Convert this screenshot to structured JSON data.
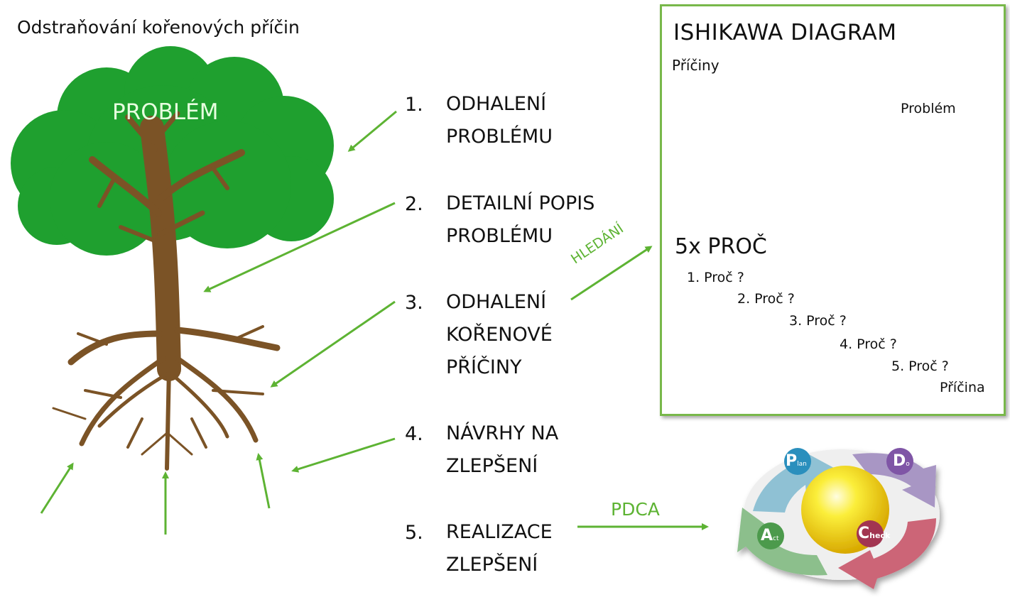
{
  "title": "Odstraňování kořenových příčin",
  "tree": {
    "label": "PROBLÉM"
  },
  "steps": [
    {
      "num": "1.",
      "lines": [
        "ODHALENÍ",
        "PROBLÉMU"
      ]
    },
    {
      "num": "2.",
      "lines": [
        "DETAILNÍ POPIS",
        "PROBLÉMU"
      ]
    },
    {
      "num": "3.",
      "lines": [
        "ODHALENÍ",
        "KOŘENOVÉ",
        "PŘÍČINY"
      ]
    },
    {
      "num": "4.",
      "lines": [
        "NÁVRHY NA",
        "ZLEPŠENÍ"
      ]
    },
    {
      "num": "5.",
      "lines": [
        "REALIZACE",
        "ZLEPŠENÍ"
      ]
    }
  ],
  "search_label": "HLEDÁNÍ",
  "pdca_label": "PDCA",
  "ishikawa": {
    "title": "ISHIKAWA DIAGRAM",
    "causes_label": "Příčiny",
    "problem_label": "Problém"
  },
  "five_why": {
    "title": "5x PROČ",
    "whys": [
      "1. Proč ?",
      "2. Proč ?",
      "3. Proč ?",
      "4. Proč ?",
      "5. Proč ?"
    ],
    "result": "Příčina"
  },
  "pdca": {
    "plan": {
      "letter": "P",
      "rest": "lan"
    },
    "do": {
      "letter": "D",
      "rest": "o"
    },
    "check": {
      "letter": "C",
      "rest": "heck"
    },
    "act": {
      "letter": "A",
      "rest": "ct"
    }
  },
  "colors": {
    "accent_green": "#5db333",
    "foliage": "#1fa02f",
    "trunk": "#7b5326",
    "panel_border": "#78b84a",
    "plan": "#8fc1d4",
    "do": "#a896c4",
    "check": "#cc6577",
    "act": "#8cbf8c",
    "sphere": "#f5d800"
  }
}
